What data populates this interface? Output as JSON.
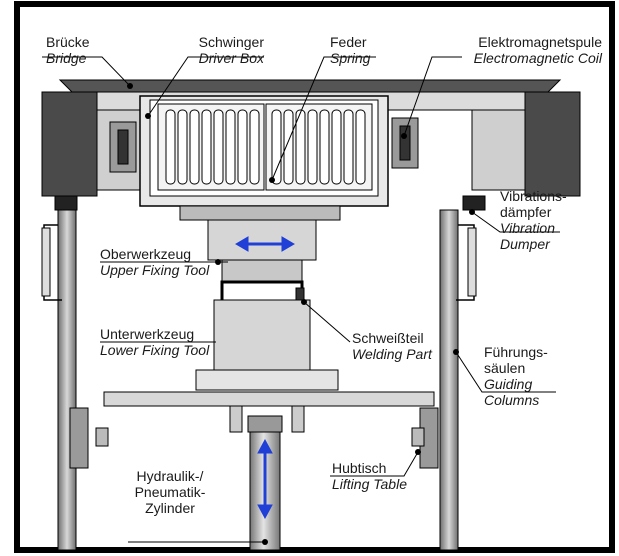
{
  "labels": {
    "bridge": {
      "de": "Brücke",
      "en": "Bridge"
    },
    "driver_box": {
      "de": "Schwinger",
      "en": "Driver Box"
    },
    "spring": {
      "de": "Feder",
      "en": "Spring"
    },
    "coil": {
      "de": "Elektromagnetspule",
      "en": "Electromagnetic Coil"
    },
    "damper": {
      "de1": "Vibrations-",
      "de2": "dämpfer",
      "en1": "Vibration",
      "en2": "Dumper"
    },
    "upper_tool": {
      "de": "Oberwerkzeug",
      "en": "Upper Fixing Tool"
    },
    "lower_tool": {
      "de": "Unterwerkzeug",
      "en": "Lower Fixing Tool"
    },
    "welding_part": {
      "de": "Schweißteil",
      "en": "Welding Part"
    },
    "columns": {
      "de1": "Führungs-",
      "de2": "säulen",
      "en1": "Guiding",
      "en2": "Columns"
    },
    "lifting": {
      "de": "Hubtisch",
      "en": "Lifting Table"
    },
    "cylinder": {
      "de1": "Hydraulik-/",
      "de2": "Pneumatik-",
      "de3": "Zylinder"
    }
  },
  "colors": {
    "outline": "#000000",
    "machine_gray": "#c8c8c8",
    "dark_gray": "#4a4a4a",
    "motion_arrow": "#1f3fd6"
  }
}
